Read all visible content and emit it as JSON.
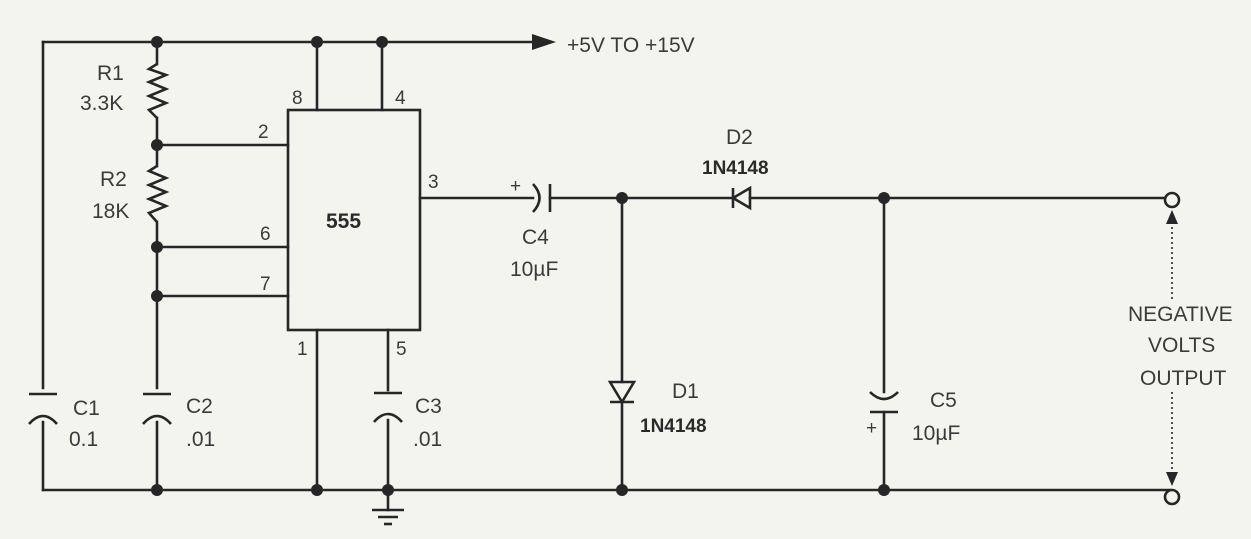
{
  "supply_label": "+5V TO +15V",
  "chip_label": "555",
  "pins": {
    "p8": "8",
    "p4": "4",
    "p2": "2",
    "p6": "6",
    "p7": "7",
    "p3": "3",
    "p1": "1",
    "p5": "5"
  },
  "components": {
    "r1": {
      "name": "R1",
      "value": "3.3K"
    },
    "r2": {
      "name": "R2",
      "value": "18K"
    },
    "c1": {
      "name": "C1",
      "value": "0.1"
    },
    "c2": {
      "name": "C2",
      "value": ".01"
    },
    "c3": {
      "name": "C3",
      "value": ".01"
    },
    "c4": {
      "name": "C4",
      "value": "10µF",
      "polarity": "+"
    },
    "c5": {
      "name": "C5",
      "value": "10µF",
      "polarity": "+"
    },
    "d1": {
      "name": "D1",
      "part": "1N4148"
    },
    "d2": {
      "name": "D2",
      "part": "1N4148"
    }
  },
  "output_label": {
    "line1": "NEGATIVE",
    "line2": "VOLTS",
    "line3": "OUTPUT"
  },
  "colors": {
    "ink": "#262626",
    "paper": "#f4f4ef"
  }
}
